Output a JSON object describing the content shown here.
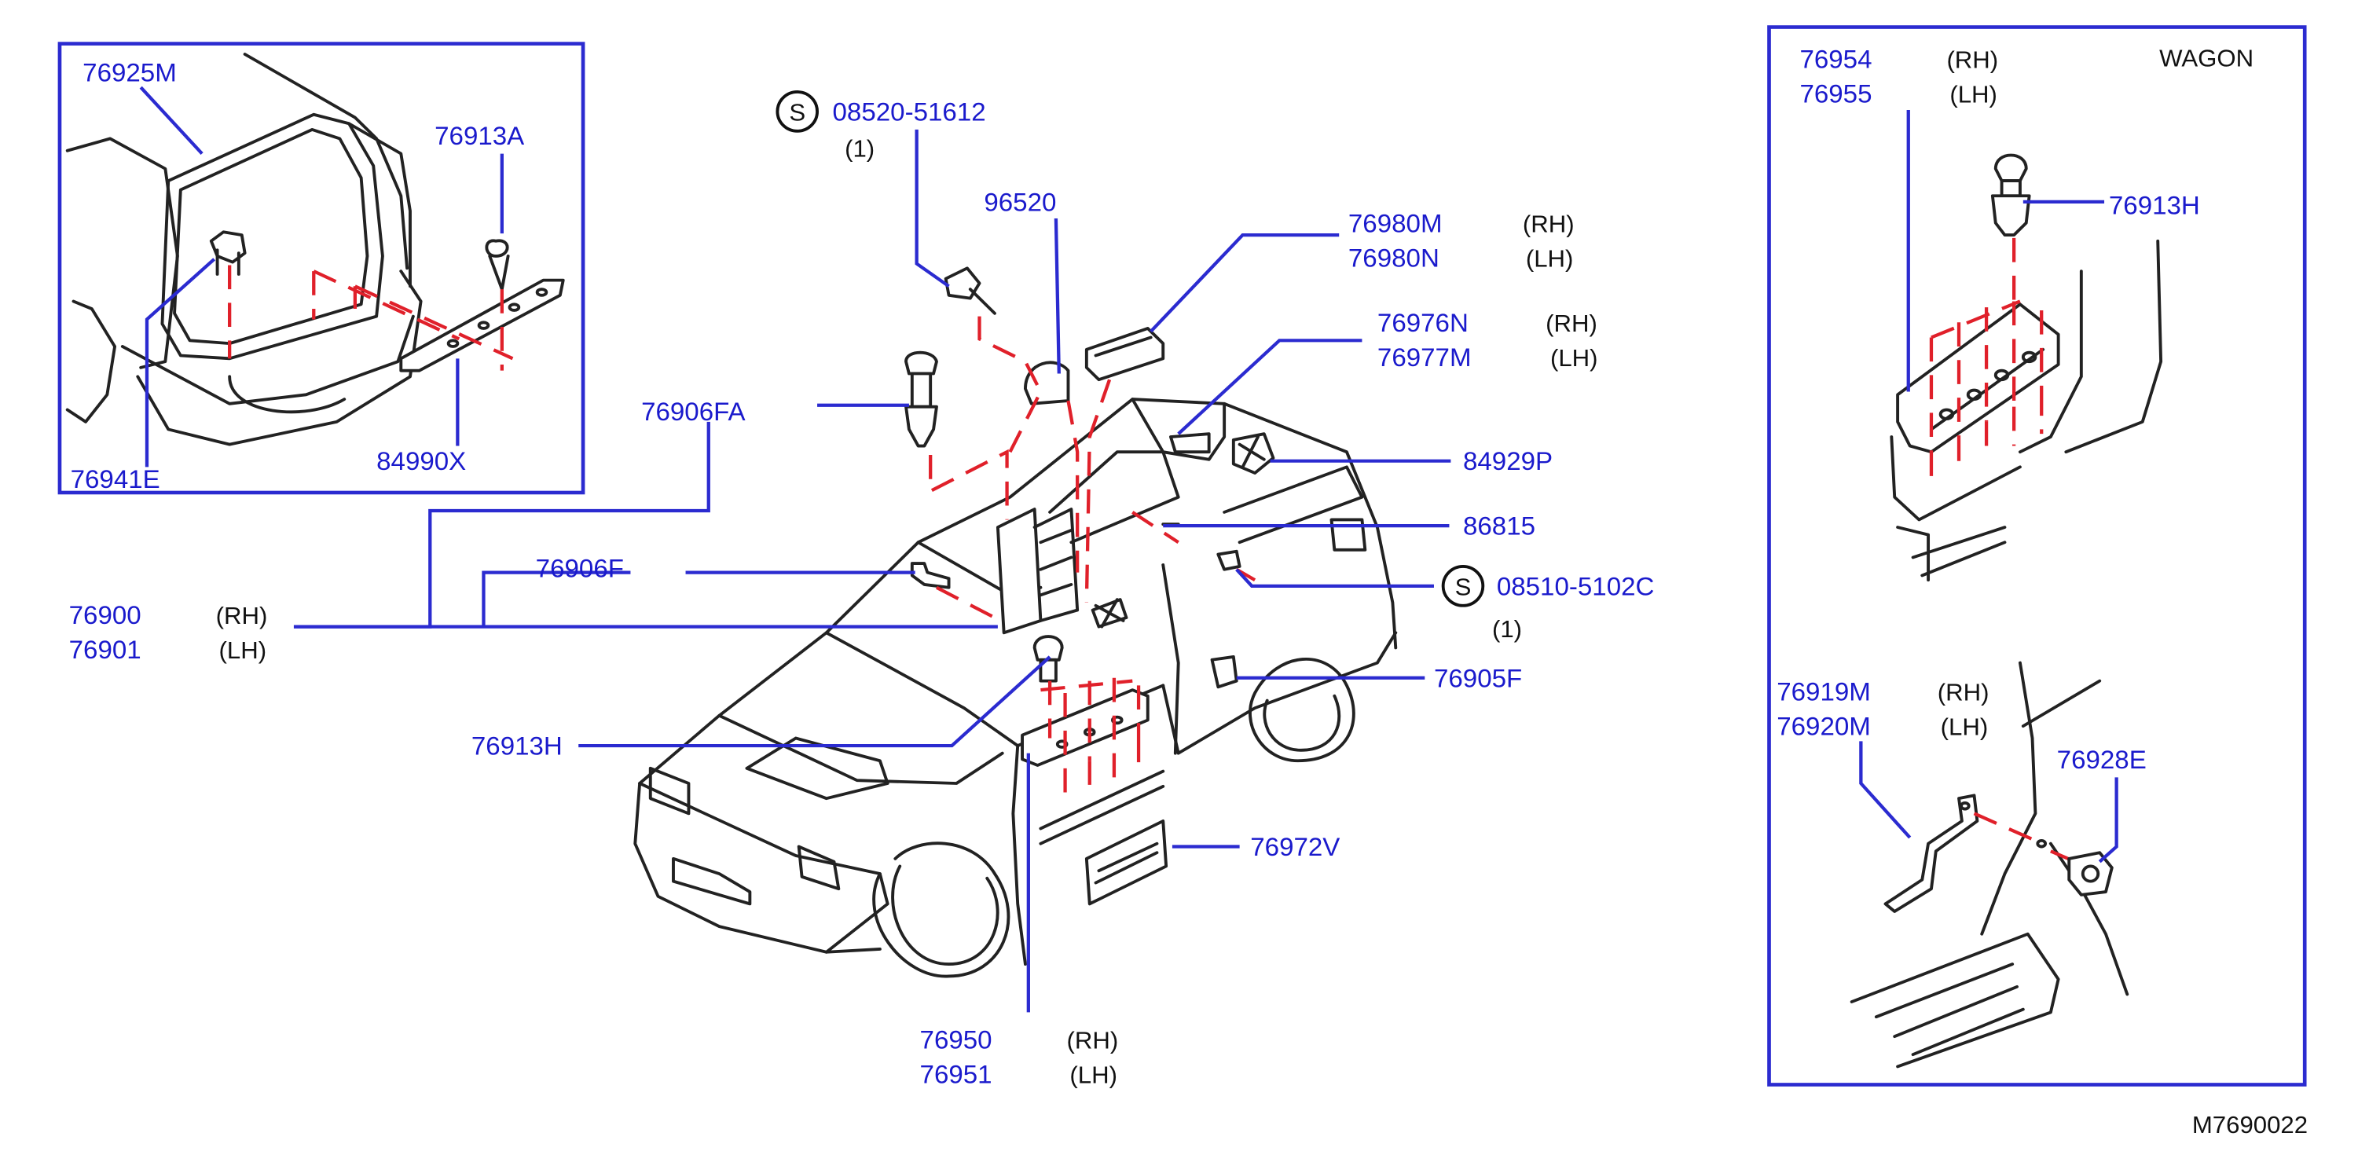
{
  "diagram_id": "M7690022",
  "variant_label": "WAGON",
  "side": {
    "rh": "(RH)",
    "lh": "(LH)"
  },
  "standard_symbol": "S",
  "quantity_one": "(1)",
  "parts": {
    "p76925M": "76925M",
    "p76913A": "76913A",
    "p76941E": "76941E",
    "p84990X": "84990X",
    "p08520": "08520-51612",
    "p96520": "96520",
    "p76980M": "76980M",
    "p76980N": "76980N",
    "p76976N": "76976N",
    "p76977M": "76977M",
    "p76906FA": "76906FA",
    "p84929P": "84929P",
    "p86815": "86815",
    "p76906F": "76906F",
    "p08510": "08510-5102C",
    "p76900": "76900",
    "p76901": "76901",
    "p76905F": "76905F",
    "p76913H_main": "76913H",
    "p76972V": "76972V",
    "p76950": "76950",
    "p76951": "76951",
    "p76954": "76954",
    "p76955": "76955",
    "p76913H_wagon": "76913H",
    "p76919M": "76919M",
    "p76920M": "76920M",
    "p76928E": "76928E"
  }
}
